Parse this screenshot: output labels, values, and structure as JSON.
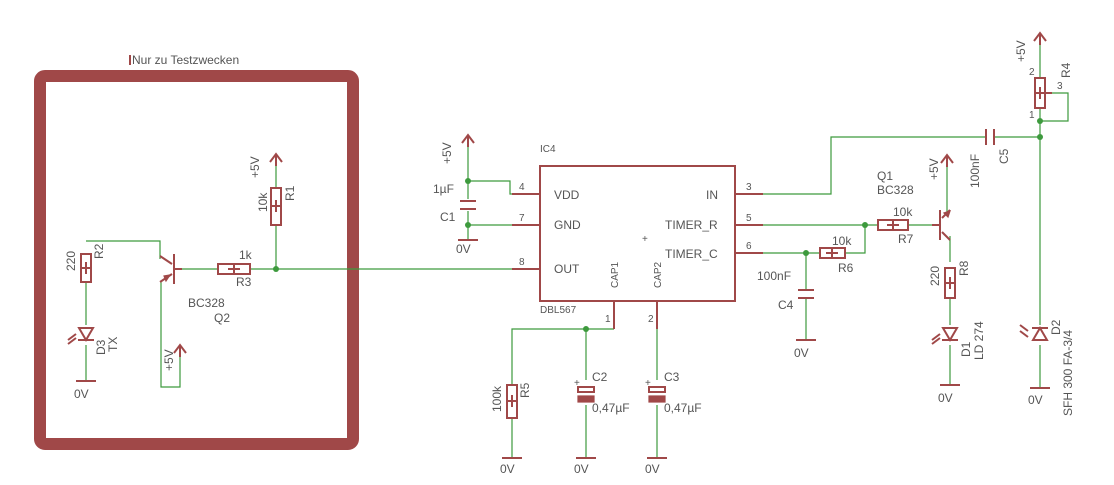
{
  "test_area": {
    "label": "Nur zu Testzwecken"
  },
  "labels": {
    "vcc": "+5V",
    "gnd": "0V"
  },
  "ic4": {
    "name": "IC4",
    "value": "DBL567",
    "pins": {
      "vdd": "VDD",
      "gnd": "GND",
      "out": "OUT",
      "in": "IN",
      "timer_r": "TIMER_R",
      "timer_c": "TIMER_C",
      "cap1": "CAP1",
      "cap2": "CAP2",
      "n4": "4",
      "n7": "7",
      "n8": "8",
      "n3": "3",
      "n5": "5",
      "n6": "6",
      "n1": "1",
      "n2": "2"
    }
  },
  "components": {
    "r1": {
      "name": "R1",
      "value": "10k"
    },
    "r2": {
      "name": "R2",
      "value": "220"
    },
    "r3": {
      "name": "R3",
      "value": "1k"
    },
    "r4": {
      "name": "R4",
      "pin1": "1",
      "pin2": "2",
      "pin3": "3"
    },
    "r5": {
      "name": "R5",
      "value": "100k"
    },
    "r6": {
      "name": "R6",
      "value": "10k"
    },
    "r7": {
      "name": "R7",
      "value": "10k"
    },
    "r8": {
      "name": "R8",
      "value": "220"
    },
    "c1": {
      "name": "C1",
      "value": "1µF"
    },
    "c2": {
      "name": "C2",
      "value": "0,47µF"
    },
    "c3": {
      "name": "C3",
      "value": "0,47µF"
    },
    "c4": {
      "name": "C4",
      "value": "100nF"
    },
    "c5": {
      "name": "C5",
      "value": "100nF"
    },
    "q1": {
      "name": "Q1",
      "value": "BC328"
    },
    "q2": {
      "name": "Q2",
      "value": "BC328"
    },
    "d1": {
      "name": "D1",
      "value": "LD 274"
    },
    "d2": {
      "name": "D2",
      "value": "SFH 300 FA-3/4"
    },
    "d3": {
      "name": "D3",
      "value": "TX"
    }
  }
}
